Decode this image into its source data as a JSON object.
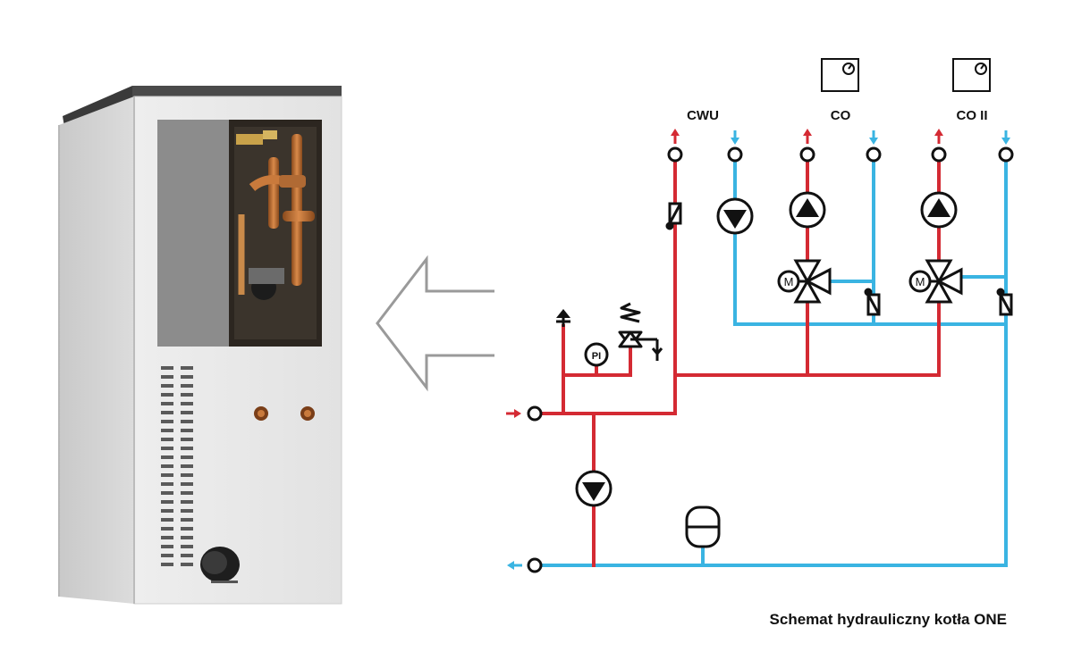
{
  "diagram": {
    "labels": {
      "cwu": "CWU",
      "co": "CO",
      "co2": "CO II",
      "pi": "PI",
      "motor_1": "M",
      "motor_2": "M"
    },
    "caption": "Schemat hydrauliczny kotła ONE",
    "colors": {
      "supply_line": "#d42a33",
      "return_line": "#3ab4e2",
      "symbol_stroke": "#111111",
      "arrow_outline": "#9a9a9a",
      "boiler_body": "#e4e4e4"
    },
    "icons": [
      "boiler-unit",
      "outline-arrow-left",
      "pump",
      "three-way-valve",
      "check-valve",
      "safety-valve",
      "pressure-gauge",
      "air-vent",
      "expansion-vessel",
      "thermostat"
    ]
  }
}
